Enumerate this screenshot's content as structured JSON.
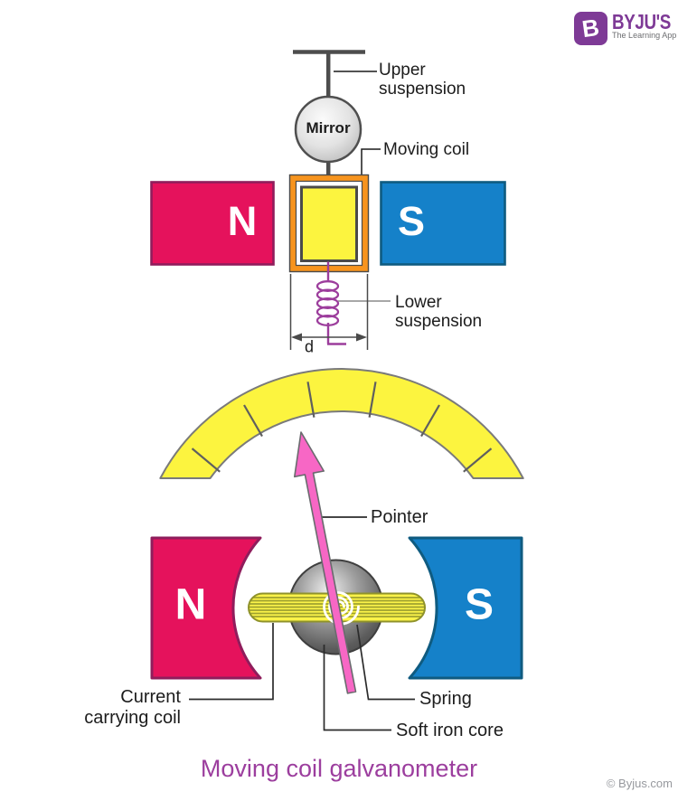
{
  "brand": {
    "icon_letter": "B",
    "name": "BYJU'S",
    "tagline": "The Learning App"
  },
  "upper_view": {
    "upper_suspension": "Upper suspension",
    "mirror": "Mirror",
    "moving_coil": "Moving coil",
    "north": "N",
    "south": "S",
    "lower_suspension": "Lower suspension",
    "coil_width": "d"
  },
  "lower_view": {
    "pointer": "Pointer",
    "north": "N",
    "south": "S",
    "current_carrying_coil": "Current carrying coil",
    "spring": "Spring",
    "soft_iron_core": "Soft iron core"
  },
  "caption": "Moving coil galvanometer",
  "copyright": "© Byjus.com",
  "colors": {
    "north_magnet_fill": "#E5125C",
    "north_magnet_border": "#8F1D5C",
    "south_magnet_fill": "#1581C9",
    "south_magnet_border": "#0F5B80",
    "coil_yellow": "#FCF43F",
    "frame_orange": "#F7941E",
    "suspension_purple": "#9C3D9C",
    "pointer_pink": "#F767C5",
    "caption_purple": "#9C3E9E",
    "brand_purple": "#7E3A96"
  }
}
